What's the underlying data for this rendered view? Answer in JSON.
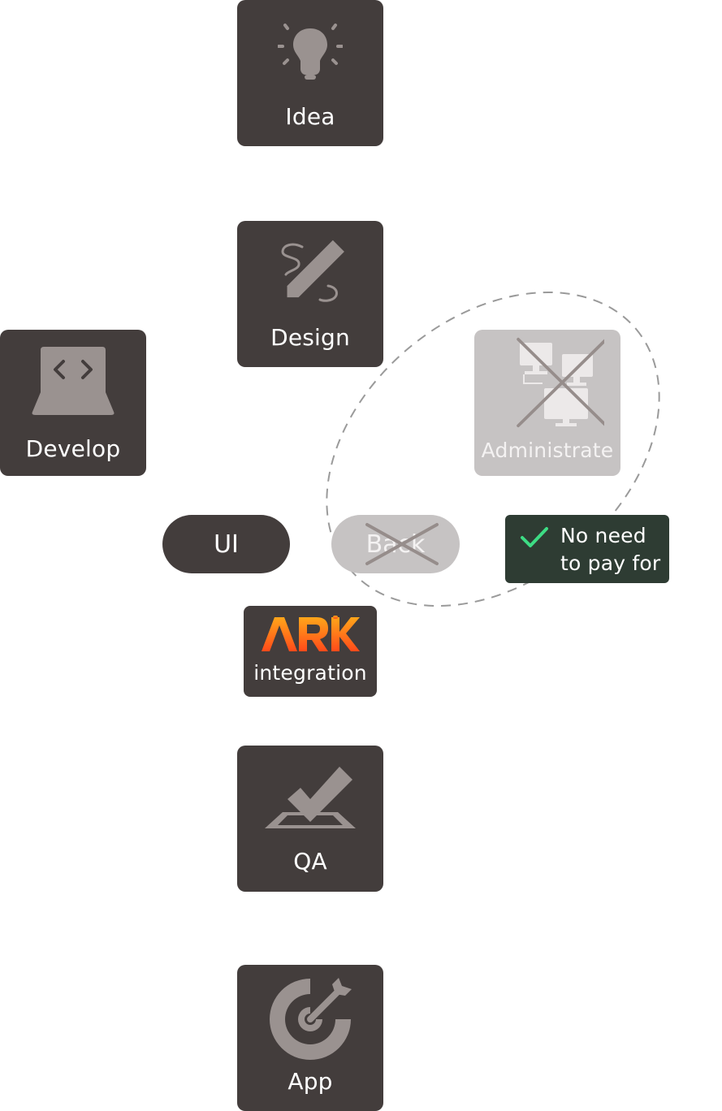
{
  "steps": {
    "idea": {
      "label": "Idea",
      "icon": "lightbulb-icon"
    },
    "design": {
      "label": "Design",
      "icon": "pencil-icon"
    },
    "develop": {
      "label": "Develop",
      "icon": "code-laptop-icon"
    },
    "administrate": {
      "label": "Administrate",
      "icon": "network-computers-icon",
      "crossed_out": true
    },
    "ui": {
      "label": "UI"
    },
    "back": {
      "label": "Back",
      "crossed_out": true
    },
    "ark": {
      "logo": "ARK",
      "label": "integration"
    },
    "qa": {
      "label": "QA",
      "icon": "checkmark-icon"
    },
    "app": {
      "label": "App",
      "icon": "target-arrow-icon"
    }
  },
  "callout": {
    "line1": "No need",
    "line2": "to pay for",
    "icon": "check-icon"
  },
  "colors": {
    "card": "#433d3c",
    "icon": "#9a9290",
    "faded_card": "#c6c3c3",
    "callout": "#2e3c33",
    "check": "#3ddc84",
    "logo_top": "#ffa61a",
    "logo_bottom": "#ff4a1a"
  }
}
